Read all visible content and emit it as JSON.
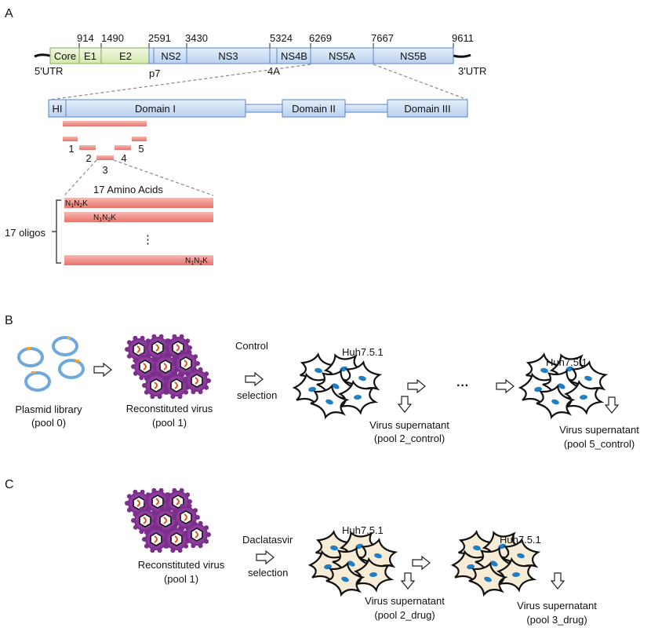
{
  "panels": {
    "a": "A",
    "b": "B",
    "c": "C"
  },
  "genome": {
    "positions": [
      "914",
      "1490",
      "2591",
      "3430",
      "5324",
      "6269",
      "7667",
      "9611"
    ],
    "segments": [
      "Core",
      "E1",
      "E2",
      "NS2",
      "NS3",
      "NS4B",
      "NS5A",
      "NS5B"
    ],
    "below": {
      "utr5": "5'UTR",
      "utr3": "3'UTR",
      "p7": "p7",
      "ns4a": "4A"
    }
  },
  "ns5a": {
    "hi": "HI",
    "domains": [
      "Domain I",
      "Domain II",
      "Domain III"
    ],
    "fragments": [
      "1",
      "2",
      "3",
      "4",
      "5"
    ],
    "amino_acids": "17 Amino Acids",
    "oligos": "17 oligos",
    "codon": {
      "n1": "N",
      "s1": "1",
      "n2": "N",
      "s2": "2",
      "k": "K"
    },
    "ellipsis": "⋮"
  },
  "panel_b": {
    "plasmid": [
      "Plasmid library",
      "(pool 0)"
    ],
    "virus": [
      "Reconstituted virus",
      "(pool 1)"
    ],
    "selection": [
      "Control",
      "selection"
    ],
    "cell1": "Huh7.5.1",
    "cell2": "Huh7.5.1",
    "sup1": [
      "Virus supernatant",
      "(pool 2_control)"
    ],
    "dots": "···",
    "sup2": [
      "Virus supernatant",
      "(pool 5_control)"
    ]
  },
  "panel_c": {
    "virus": [
      "Reconstituted virus",
      "(pool 1)"
    ],
    "selection": [
      "Daclatasvir",
      "selection"
    ],
    "cell1": "Huh7.5.1",
    "cell2": "Huh7.5.1",
    "sup1": [
      "Virus supernatant",
      "(pool 2_drug)"
    ],
    "sup2": [
      "Virus supernatant",
      "(pool 3_drug)"
    ]
  },
  "colors": {
    "green_fill": "#e3f2c6",
    "green_stroke": "#8aa85a",
    "blue_fill": "#cfe0f5",
    "blue_stroke": "#5b86c2",
    "red_bar": "#ef8f88",
    "plasmid_ring": "#6fa8dc",
    "virus_purple": "#7a2f8a",
    "nucleus_blue": "#1f7fc4",
    "cell_beige": "#f7ecd6"
  }
}
